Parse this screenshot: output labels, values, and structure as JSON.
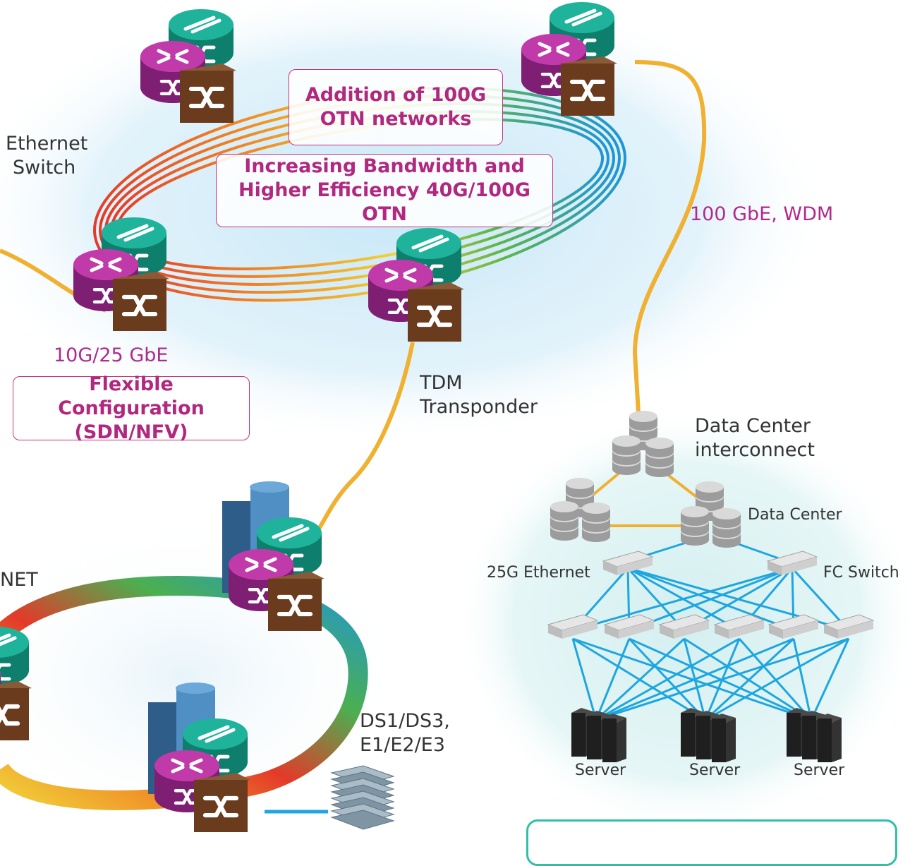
{
  "labels": {
    "ethernet_switch": [
      "Ethernet",
      "Switch"
    ],
    "bandwidth_top": "100 GbE, WDM",
    "bandwidth_left": "10G/25 GbE",
    "tdm": [
      "TDM",
      "Transponder"
    ],
    "dci": [
      "Data Center",
      "interconnect"
    ],
    "data_center": "Data Center",
    "ethernet_25g": "25G Ethernet",
    "fc_switch": "FC Switch",
    "sonet_fragment": "NET",
    "ds": [
      "DS1/DS3,",
      "E1/E2/E3"
    ],
    "servers": [
      "Server",
      "Server",
      "Server"
    ]
  },
  "callouts": {
    "otn100": [
      "Addition of 100G",
      "OTN networks"
    ],
    "bandwidth": [
      "Increasing Bandwidth and",
      "Higher Efficiency 40G/100G OTN"
    ],
    "flexible": [
      "Flexible Configuration",
      "(SDN/NFV)"
    ]
  },
  "colors": {
    "router_magenta": "#9c2a8c",
    "switch_teal": "#149a86",
    "oxc_brown": "#6b3b1e",
    "link_orange": "#f0b030",
    "link_blue": "#1ea6e0",
    "accent": "#b0287f",
    "panel_border": "#2fc0a8"
  },
  "icons": [
    "router-icon",
    "ethernet-switch-icon",
    "cross-connect-icon",
    "database-icon",
    "network-switch-icon",
    "server-icon",
    "building-icon",
    "mux-icon"
  ]
}
